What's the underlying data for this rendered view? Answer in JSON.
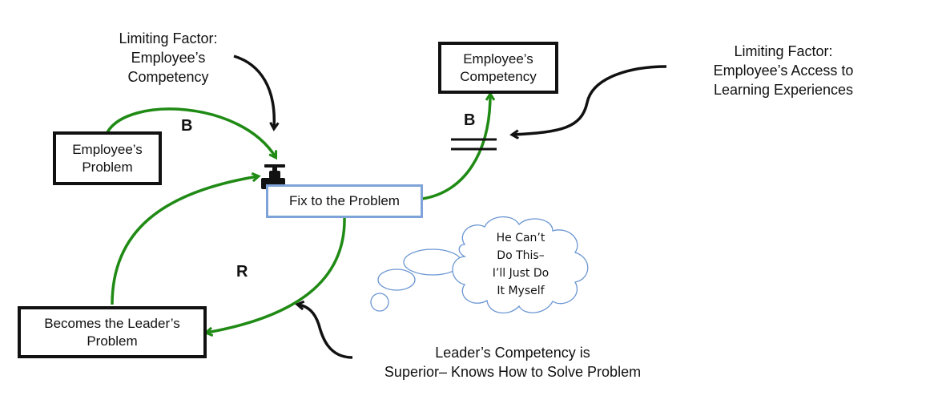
{
  "colors": {
    "link_green": "#1f8a14",
    "limit_black": "#111111",
    "flow_box_border": "#7ea3d8",
    "thought_outline": "#6b96d1"
  },
  "stocks": {
    "employees_problem": "Employee’s\nProblem",
    "employees_competency": "Employee’s\nCompetency",
    "leaders_problem": "Becomes the Leader’s\nProblem"
  },
  "flow": {
    "label": "Fix to the Problem",
    "icon": "valve-icon"
  },
  "loop_labels": {
    "balancing_top": "B",
    "balancing_right": "B",
    "reinforcing": "R"
  },
  "annotations": {
    "limit_employee_competency": "Limiting Factor:\nEmployee’s\nCompetency",
    "limit_learning_access": "Limiting Factor:\nEmployee’s Access to\nLearning Experiences",
    "leader_competency": "Leader’s Competency is\nSuperior– Knows How to Solve Problem"
  },
  "thought_bubble": {
    "text": "He Can’t\nDo This–\nI’ll Just Do\nIt Myself"
  },
  "delay_marker": "double-bar-delay"
}
